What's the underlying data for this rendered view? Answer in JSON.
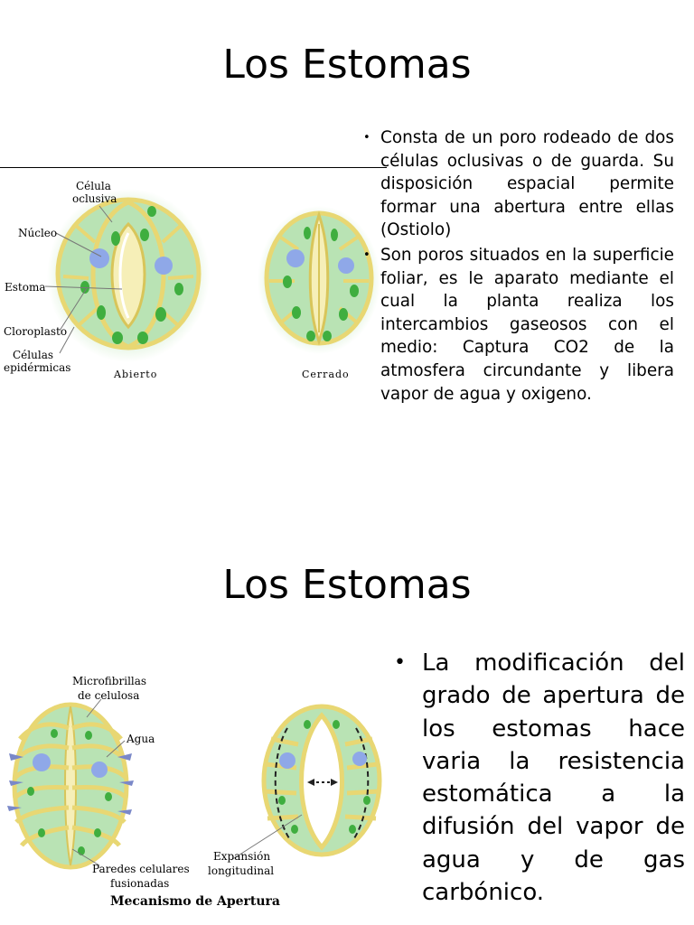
{
  "slide1": {
    "title": "Los Estomas",
    "bullets": [
      "Consta de un poro rodeado de dos células oclusivas o de guarda. Su disposición espacial permite formar una abertura entre ellas (Ostiolo)",
      "Son poros situados en la superficie foliar, es le aparato mediante el cual la planta realiza los intercambios gaseosos con el medio: Captura CO2 de la atmosfera circundante y libera vapor de agua y oxigeno."
    ],
    "figure": {
      "labels": {
        "celula_oclusiva_1": "Célula",
        "celula_oclusiva_2": "oclusiva",
        "nucleo": "Núcleo",
        "estoma": "Estoma",
        "cloroplasto": "Cloroplasto",
        "celulas_epidermicas_1": "Células",
        "celulas_epidermicas_2": "epidérmicas",
        "abierto": "Abierto",
        "cerrado": "Cerrado"
      }
    }
  },
  "slide2": {
    "title": "Los Estomas",
    "bullets": [
      "La modificación del grado de apertura de los estomas hace varia la resistencia estomática a la difusión del vapor de agua y de gas carbónico."
    ],
    "figure": {
      "labels": {
        "microfibrillas_1": "Microfibrillas",
        "microfibrillas_2": "de celulosa",
        "agua": "Agua",
        "paredes_1": "Paredes celulares",
        "paredes_2": "fusionadas",
        "expansion_1": "Expansión",
        "expansion_2": "longitudinal",
        "caption": "Mecanismo de Apertura"
      }
    }
  },
  "colors": {
    "cell_green": "#b9e3b4",
    "wall_yellow": "#f2e58a",
    "chloroplast": "#3fae3f",
    "nucleus": "#8fa8e8"
  }
}
